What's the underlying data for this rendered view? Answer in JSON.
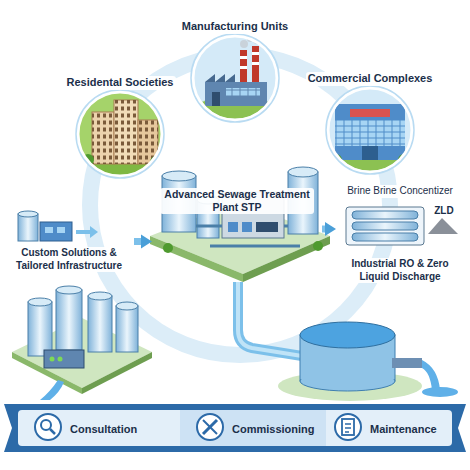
{
  "diagram": {
    "nodes": [
      {
        "text": [
          "Manufacturing Units"
        ]
      },
      {
        "text": [
          "Residental Societies"
        ]
      },
      {
        "text": [
          "Commercial Complexes"
        ]
      },
      {
        "text": [
          "Advanced Sewage Treatment Plant STP"
        ]
      },
      {
        "text": [
          "Custom Solutions & Tailored Infrastructure"
        ]
      },
      {
        "text": [
          "Brine Brine Concentizer",
          "ZLD",
          "Industrial RO & Zero Liquid Discharge"
        ]
      },
      {
        "text": [
          "Consultation"
        ]
      },
      {
        "text": [
          "Commissioning"
        ]
      },
      {
        "text": [
          "Maintenance"
        ]
      }
    ],
    "edges": [
      {
        "from": 4,
        "to": 3,
        "arrow": "to"
      },
      {
        "from": 3,
        "to": 5,
        "arrow": "to"
      }
    ]
  }
}
